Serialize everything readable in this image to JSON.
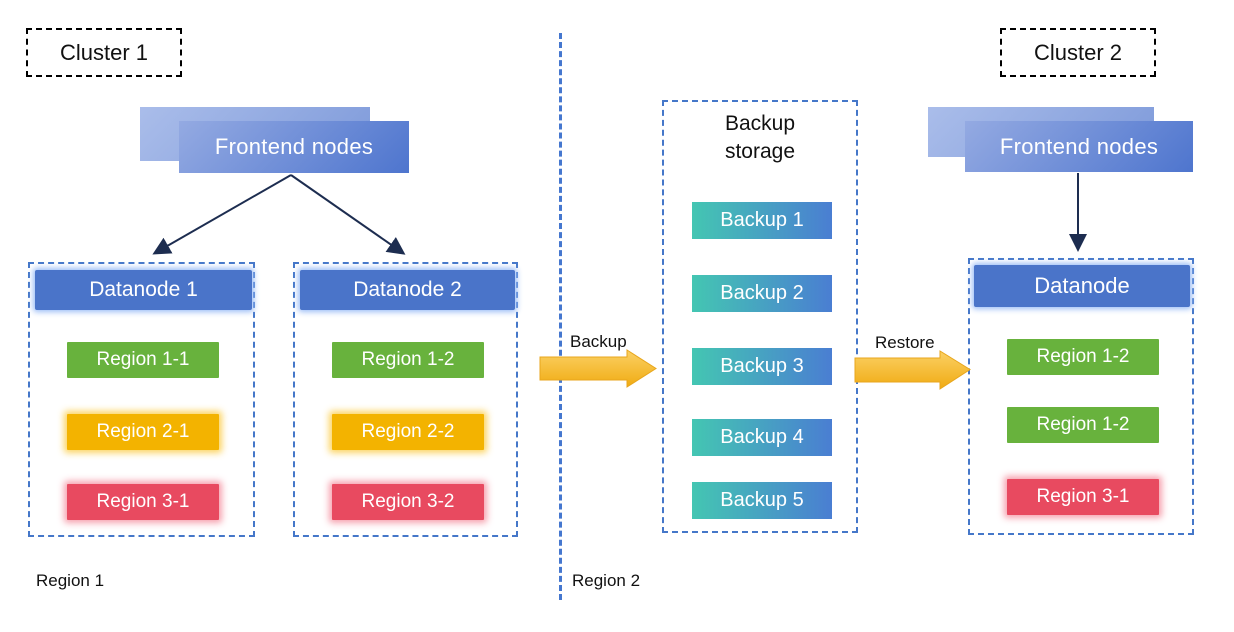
{
  "diagram": {
    "cluster1": {
      "label": "Cluster 1",
      "frontend_label": "Frontend nodes",
      "datanode1": {
        "title": "Datanode 1",
        "regions": [
          {
            "label": "Region 1-1",
            "color": "#68b23d"
          },
          {
            "label": "Region 2-1",
            "color": "#f3b300"
          },
          {
            "label": "Region 3-1",
            "color": "#e84a60"
          }
        ]
      },
      "datanode2": {
        "title": "Datanode 2",
        "regions": [
          {
            "label": "Region 1-2",
            "color": "#68b23d"
          },
          {
            "label": "Region 2-2",
            "color": "#f3b300"
          },
          {
            "label": "Region 3-2",
            "color": "#e84a60"
          }
        ]
      },
      "zone_label": "Region 1"
    },
    "backup_storage": {
      "title_line1": "Backup",
      "title_line2": "storage",
      "items": [
        {
          "label": "Backup 1"
        },
        {
          "label": "Backup 2"
        },
        {
          "label": "Backup 3"
        },
        {
          "label": "Backup 4"
        },
        {
          "label": "Backup 5"
        }
      ]
    },
    "flows": {
      "backup_label": "Backup",
      "restore_label": "Restore"
    },
    "cluster2": {
      "label": "Cluster 2",
      "frontend_label": "Frontend nodes",
      "datanode": {
        "title": "Datanode",
        "regions": [
          {
            "label": "Region 1-2",
            "color": "#68b23d"
          },
          {
            "label": "Region 1-2",
            "color": "#68b23d"
          },
          {
            "label": "Region 3-1",
            "color": "#e84a60"
          }
        ]
      },
      "zone_label": "Region 2"
    },
    "colors": {
      "dashed_border_blue": "#4577c9",
      "datanode_header_blue": "#4a74c9",
      "frontend_gradient_start": "#94aae2",
      "frontend_gradient_end": "#4e75ce",
      "backup_gradient_start": "#44c6b2",
      "backup_gradient_end": "#4a7ed2",
      "flow_arrow_gold": "#f5b72c",
      "thin_arrow": "#1d2d50"
    }
  }
}
